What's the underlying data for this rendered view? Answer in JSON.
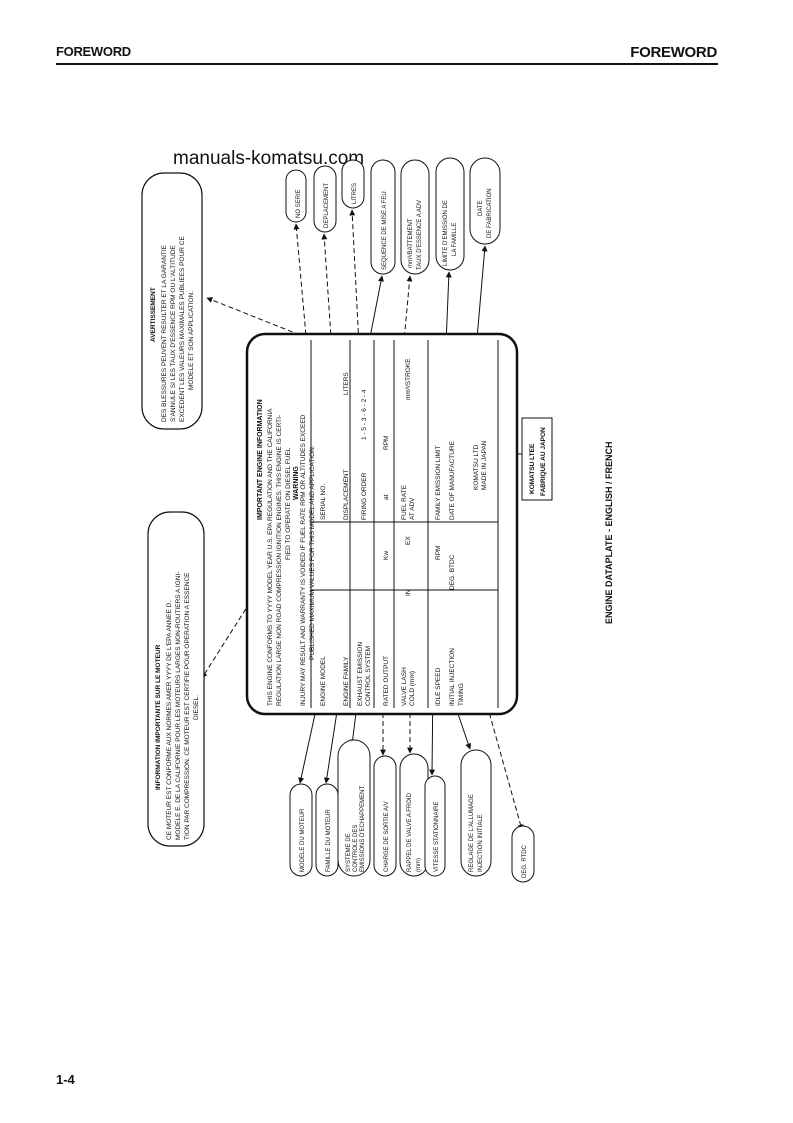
{
  "header": {
    "left": "FOREWORD",
    "right": "FOREWORD"
  },
  "watermark": "manuals-komatsu.com",
  "page_number": "1-4",
  "caption": "ENGINE DATAPLATE - ENGLISH / FRENCH",
  "plate": {
    "heading": "IMPORTANT ENGINE INFORMATION",
    "intro_1": "THIS ENGINE CONFORMS TO YYYY MODEL YEAR U.S. EPA REGULATION AND THE CALIFORNIA",
    "intro_2": "REGULATION LARGE NON ROAD COMPRESSION IGNITION ENGINES. THIS ENGINE IS CERTI-",
    "intro_3": "FIED TO OPERATE ON DIESEL FUEL",
    "warning_title": "WARNING",
    "warning_1": "INJURY MAY RESULT AND WARRANTY IS VOIDED IF FUEL RATE RPM OR ALTITUDES EXCEED",
    "warning_2": "PUBLISHED MAXIMUM VALUES FOR THIS MODEL AND APPLICATION.",
    "engine_model": "ENGINE MODEL",
    "serial_no": "SERIAL NO.",
    "engine_family": "ENGINE FAMILY",
    "displacement": "DISPLACEMENT",
    "liters": "LITERS",
    "exhaust_1": "EXHAUST EMISSION",
    "exhaust_2": "CONTROL SYSTEM",
    "firing_order_label": "FIRING ORDER",
    "firing_order_value": "1 - 5 - 3 - 6 - 2 - 4",
    "rated_output": "RATED OUTPUT",
    "kw": "Kw",
    "at": "at",
    "rpm": "RPM",
    "valve_lash_1": "VALVE LASH",
    "valve_lash_2": "COLD (mm)",
    "in": "IN",
    "ex": "EX",
    "fuel_rate_1": "FUEL RATE",
    "fuel_rate_2": "AT ADV",
    "mm_stroke": "mm³/STROKE",
    "idle_speed": "IDLE SPEED",
    "family_limit": "FAMILY EMISSION LIMIT",
    "injection_1": "INITIAL INJECTION",
    "injection_2": "TIMING",
    "deg_btdc": "DEG. BTDC",
    "date_of_mfg": "DATE OF MANUFACTURE",
    "komatsu_1": "KOMATSU LTD",
    "komatsu_2": "MADE IN JAPAN"
  },
  "komatsu_fr": {
    "line1": "KOMATSU LTEE",
    "line2": "FABRIQUE AU JAPON"
  },
  "info_fr": {
    "title": "INFORMATION IMPORTANTE SUR LE MOTEUR",
    "line1": "CE MOTEUR EST CONFORME AUX NORMES AMER YYYY DE L'EPA ANNEE D.",
    "line2": "MODELE E. DE LA CALIFORNIE POUR LES MOTEURS LARGES NON-ROUTIERS A IGNI-",
    "line3": "TION PAR COMPRESSION. CE MOTEUR EST CERTIFIE POUR OPERATION A ESSENCE",
    "line4": "DIESEL."
  },
  "avert_fr": {
    "title": "AVERTISSEMENT",
    "line1": "DES BLESSURES PEUVENT RESULTER ET LA GARANTIE",
    "line2": "S'ANNULE SI LES TAUX D'ESSENCE RPM OU L'ALTITUDE",
    "line3": "EXCEDENT LES VALEURS MAXIMALES PUBLIEES POUR CE",
    "line4": "MODELE ET SON APPLICATION."
  },
  "top_labels": {
    "no_serie": "NO SERIE",
    "deplacement": "DEPLACEMENT",
    "litres": "LITRES",
    "sequence": "SEQUENCE DE MISE A FEU",
    "taux_1": "mm³/BATTEMENT",
    "taux_2": "TAUX D'ESSENCE A ADV",
    "limite_1": "LIMITE D'EMISSION DE",
    "limite_2": "LA FAMILLE",
    "date_1": "DATE",
    "date_2": "DE FABRICATION"
  },
  "bottom_labels": {
    "modele": "MODELE DU MOTEUR",
    "famille": "FAMILLE DU MOTEUR",
    "systeme_1": "SYSTEME DE",
    "systeme_2": "CONTROLE DES",
    "systeme_3": "EMISSIONS D'ECHAPPEMENT",
    "charge": "CHARGE DE SORTIE A/V",
    "rappel_1": "RAPPEL DE VALVE A FROID",
    "rappel_2": "(mm)",
    "vitesse": "VITESSE STATIONNAIRE",
    "reglage_1": "REGLAGE DE L'ALLUMAGE",
    "reglage_2": "INJECTION INITIALE",
    "deg_rtc": "DEG. RTDC"
  }
}
